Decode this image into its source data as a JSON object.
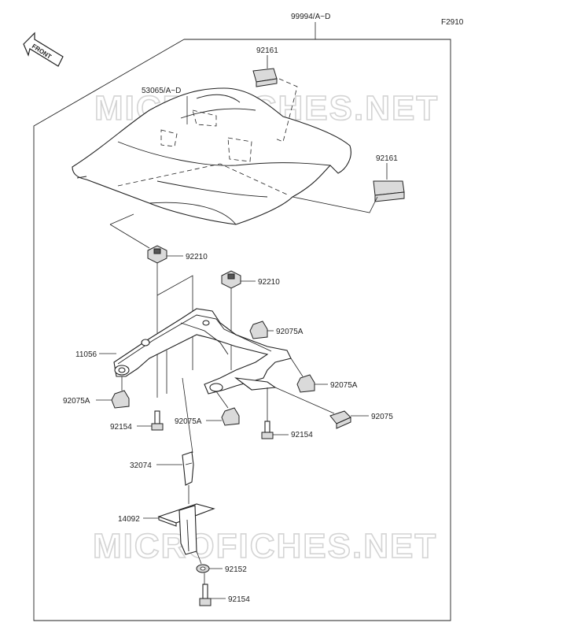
{
  "figure_code": "F2910",
  "front_label": "FRONT",
  "watermark": "MICROFICHES.NET",
  "assembly_label": "99994/A~D",
  "parts": {
    "p53065": "53065/A~D",
    "p92161_top": "92161",
    "p92161_right": "92161",
    "p92210_left": "92210",
    "p92210_right": "92210",
    "p92075A_1": "92075A",
    "p92075A_2": "92075A",
    "p92075A_3": "92075A",
    "p92075A_4": "92075A",
    "p92075": "92075",
    "p11056": "11056",
    "p92154_1": "92154",
    "p92154_2": "92154",
    "p92154_3": "92154",
    "p32074": "32074",
    "p14092": "14092",
    "p92152": "92152"
  }
}
